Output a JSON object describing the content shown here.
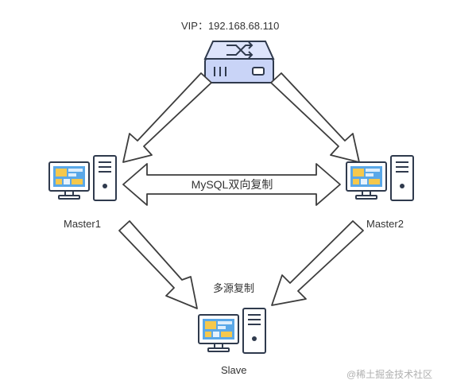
{
  "vip": {
    "label": "VIP：192.168.68.110",
    "icon": "network-switch-icon"
  },
  "nodes": {
    "master1": {
      "label": "Master1",
      "icon": "computer-icon"
    },
    "master2": {
      "label": "Master2",
      "icon": "computer-icon"
    },
    "slave": {
      "label": "Slave",
      "icon": "computer-icon"
    }
  },
  "replication": {
    "bidirectional_label": "MySQL双向复制",
    "multi_source_label": "多源复制"
  },
  "watermark": "@稀土掘金技术社区",
  "colors": {
    "switch_fill": "#c9d4f7",
    "switch_stroke": "#2f3a4d",
    "screen": "#5aa8e8",
    "tile_yellow": "#f5c84c",
    "arrow_stroke": "#3d3d3d"
  }
}
